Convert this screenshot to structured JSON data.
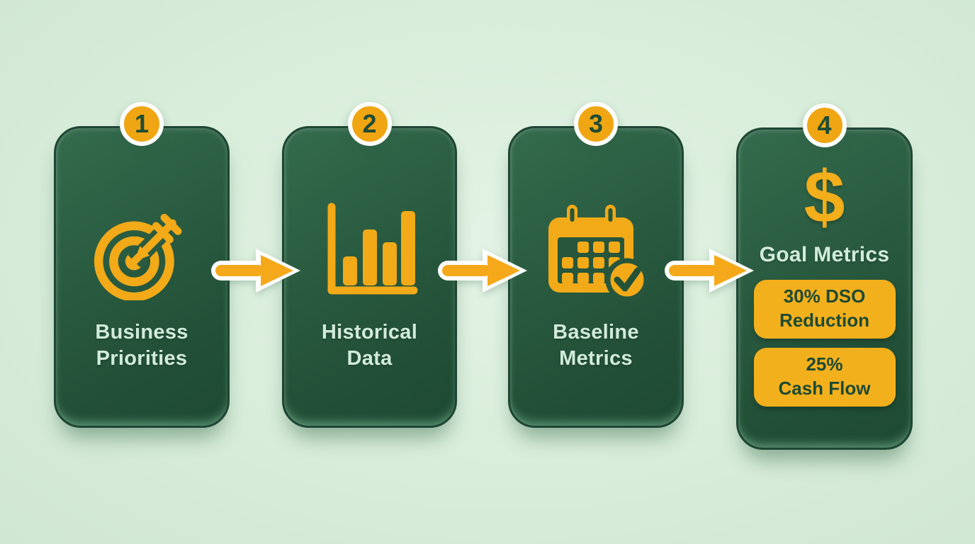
{
  "colors": {
    "background_mint": "#d8edda",
    "card_green": "#27573d",
    "card_border_green": "#1e4634",
    "accent_yellow": "#f2a91b",
    "pill_yellow": "#f3b01d",
    "dark_green_text": "#1d4a33",
    "mint_text": "#d2ebdc",
    "white_ring": "#ffffff"
  },
  "steps": [
    {
      "number": "1",
      "icon": "target-icon",
      "title": "Business\nPriorities"
    },
    {
      "number": "2",
      "icon": "bar-chart-icon",
      "title": "Historical\nData"
    },
    {
      "number": "3",
      "icon": "calendar-check-icon",
      "title": "Baseline\nMetrics"
    },
    {
      "number": "4",
      "icon": "dollar-icon",
      "icon_glyph": "$",
      "title": "Goal Metrics",
      "badges": [
        "30% DSO\nReduction",
        "25%\nCash Flow"
      ]
    }
  ],
  "arrows": [
    "arrow-right-icon",
    "arrow-right-icon",
    "arrow-right-icon"
  ]
}
